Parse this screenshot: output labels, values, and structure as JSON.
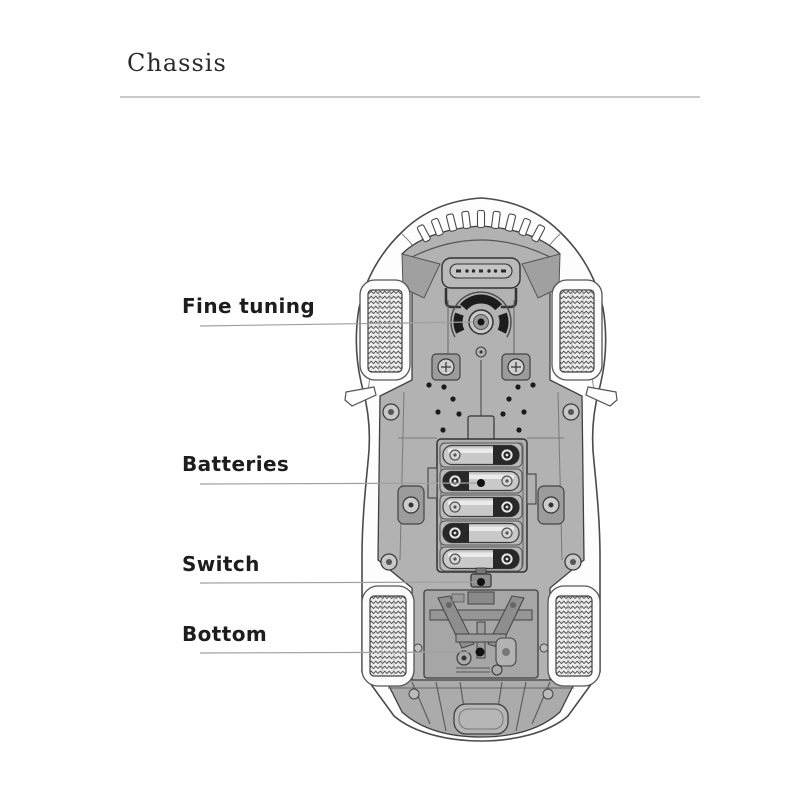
{
  "header": {
    "title": "Chassis"
  },
  "annotations": {
    "fine_tuning": "Fine tuning",
    "batteries": "Batteries",
    "switch": "Switch",
    "bottom": "Bottom"
  },
  "diagram": {
    "subject": "rc-car-chassis-underside-view",
    "battery_count": 5,
    "colors": {
      "chassis_gray": "#b2b2b2",
      "outline": "#3f3f3f",
      "battery_cap": "#282828",
      "leader_line": "#a0a0a0",
      "label_text": "#1d1d1d",
      "divider": "#cbcbcb"
    }
  }
}
